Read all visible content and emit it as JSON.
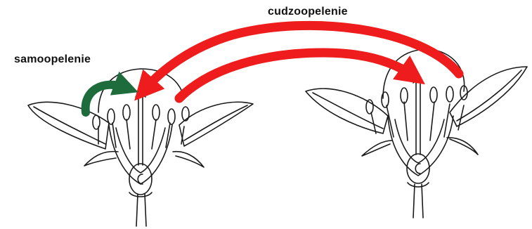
{
  "labels": {
    "cross_pollination": "cudzoopelenie",
    "self_pollination": "samoopelenie"
  },
  "colors": {
    "cross_arrow": "#ee1c1c",
    "self_arrow": "#1e6b3c",
    "line": "#1a1a1a",
    "background": "#ffffff"
  },
  "icons": {
    "self_arrow": "curved-arrow-green",
    "cross_arrows": "curved-arrows-red"
  }
}
